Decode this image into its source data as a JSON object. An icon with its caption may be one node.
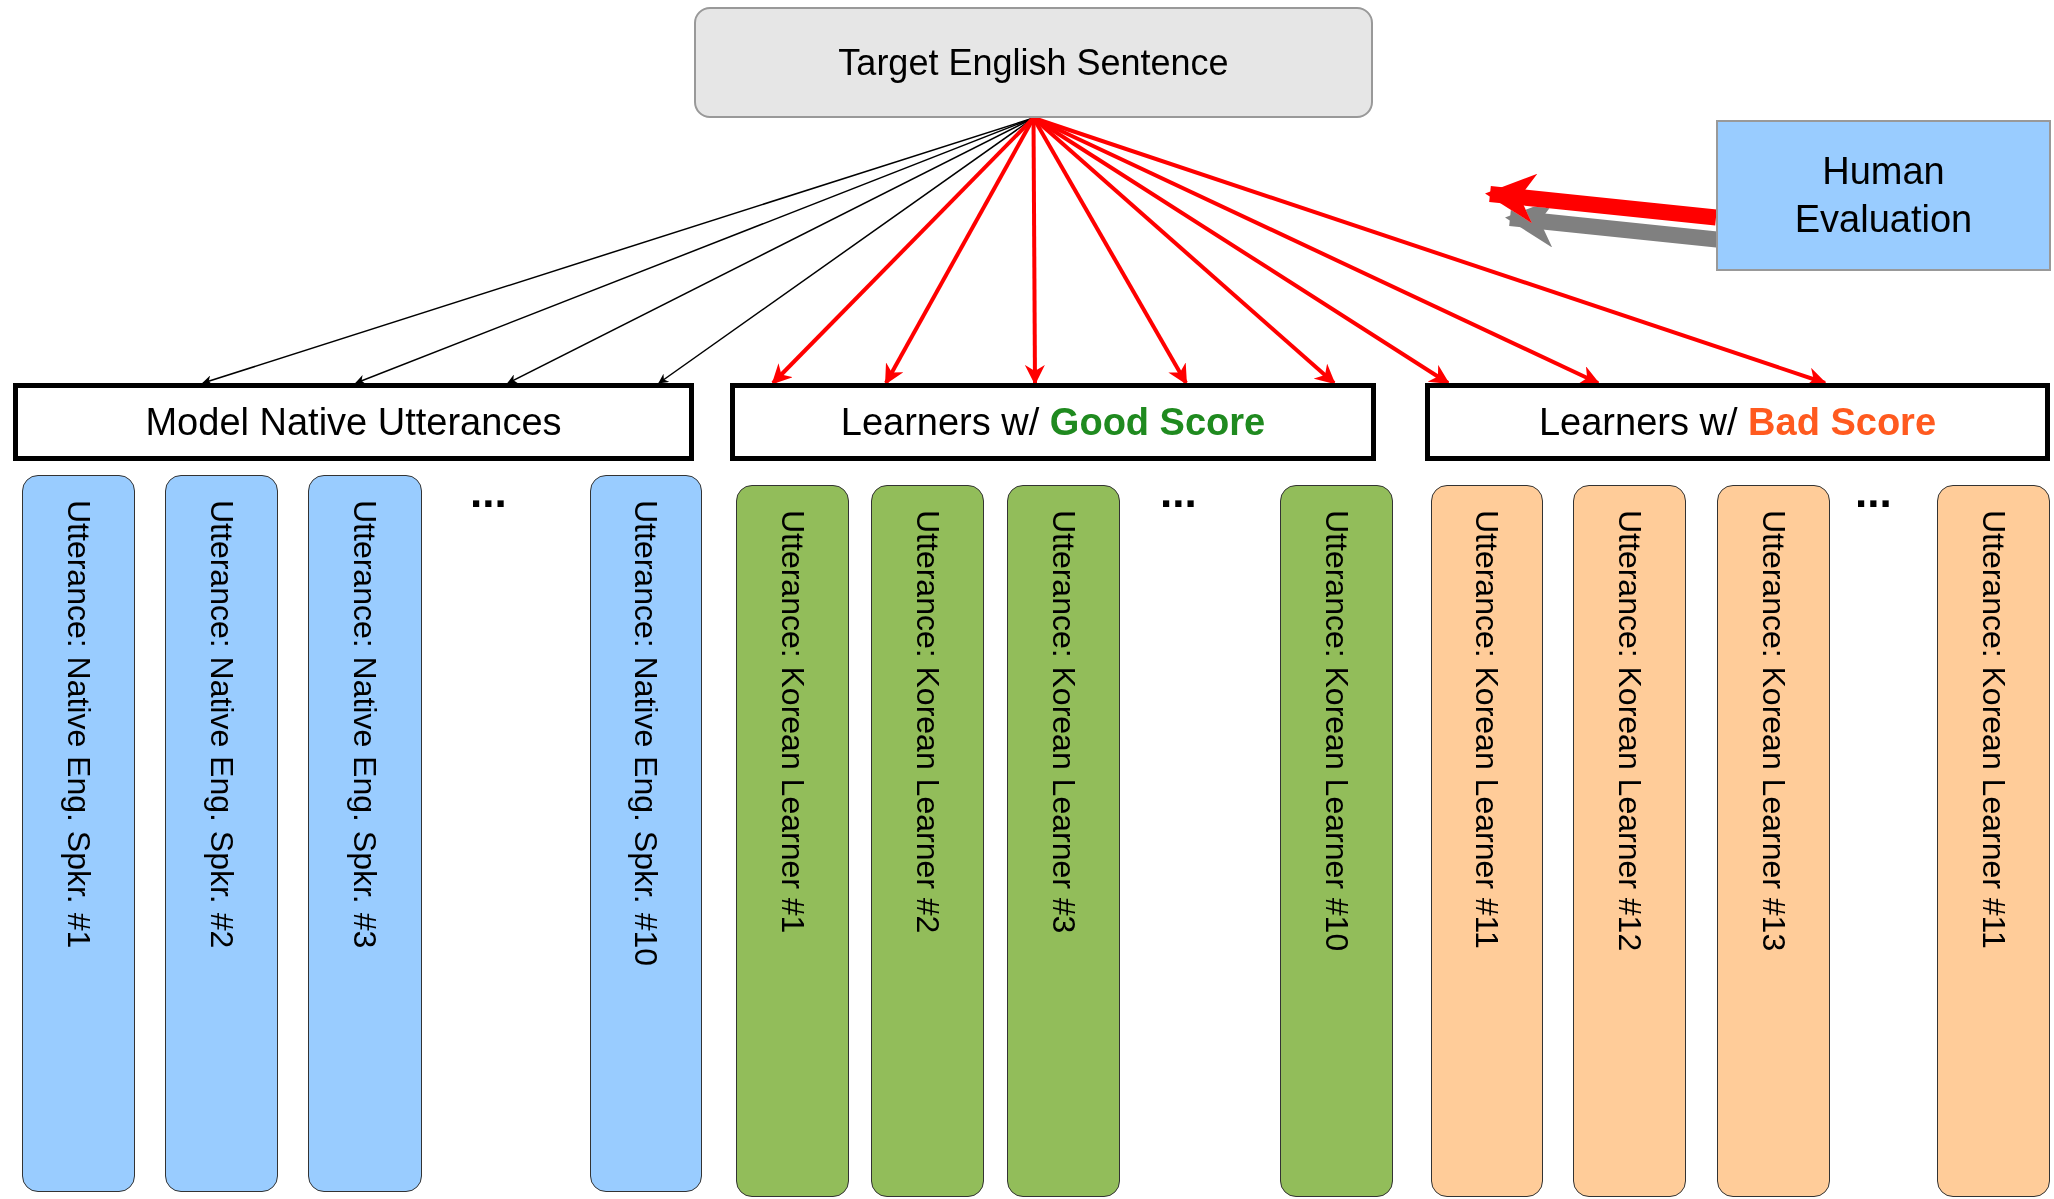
{
  "diagram": {
    "nodes": [
      {
        "text": [
          "Target English Sentence"
        ]
      },
      {
        "text": [
          "Human Evaluation"
        ]
      },
      {
        "text": [
          "Model Native Utterances"
        ]
      },
      {
        "text": [
          "Learners w/ **Good Score**"
        ]
      },
      {
        "text": [
          "Learners w/ **Bad Score**"
        ]
      },
      {
        "text": [
          "Utterance: Native Eng. Spkr. #1"
        ]
      },
      {
        "text": [
          "Utterance: Native Eng. Spkr. #2"
        ]
      },
      {
        "text": [
          "Utterance: Native Eng. Spkr. #3"
        ]
      },
      {
        "text": [
          "Utterance: Native Eng. Spkr. #10"
        ]
      },
      {
        "text": [
          "Utterance: Korean Learner #1"
        ]
      },
      {
        "text": [
          "Utterance: Korean Learner #2"
        ]
      },
      {
        "text": [
          "Utterance: Korean Learner #3"
        ]
      },
      {
        "text": [
          "Utterance: Korean Learner #10"
        ]
      },
      {
        "text": [
          "Utterance: Korean Learner #11"
        ]
      },
      {
        "text": [
          "Utterance: Korean Learner #12"
        ]
      },
      {
        "text": [
          "Utterance: Korean Learner #13"
        ]
      },
      {
        "text": [
          "Utterance: Korean Learner #11"
        ]
      }
    ],
    "edges": [
      {
        "from": 1,
        "to": null,
        "arrow": "to",
        "style": "thick"
      },
      {
        "from": 0,
        "to": 2,
        "arrow": "to",
        "color": "#000000"
      },
      {
        "from": 0,
        "to": 2,
        "arrow": "to",
        "color": "#000000"
      },
      {
        "from": 0,
        "to": 2,
        "arrow": "to",
        "color": "#000000"
      },
      {
        "from": 0,
        "to": 2,
        "arrow": "to",
        "color": "#000000"
      },
      {
        "from": 0,
        "to": 3,
        "arrow": "to"
      },
      {
        "from": 0,
        "to": 3,
        "arrow": "to"
      },
      {
        "from": 0,
        "to": 3,
        "arrow": "to"
      },
      {
        "from": 0,
        "to": 3,
        "arrow": "to"
      },
      {
        "from": 0,
        "to": 3,
        "arrow": "to"
      },
      {
        "from": 0,
        "to": 4,
        "arrow": "to"
      },
      {
        "from": 0,
        "to": 4,
        "arrow": "to"
      },
      {
        "from": 0,
        "to": 4,
        "arrow": "to"
      }
    ],
    "labels": [
      "...",
      "...",
      "..."
    ]
  }
}
